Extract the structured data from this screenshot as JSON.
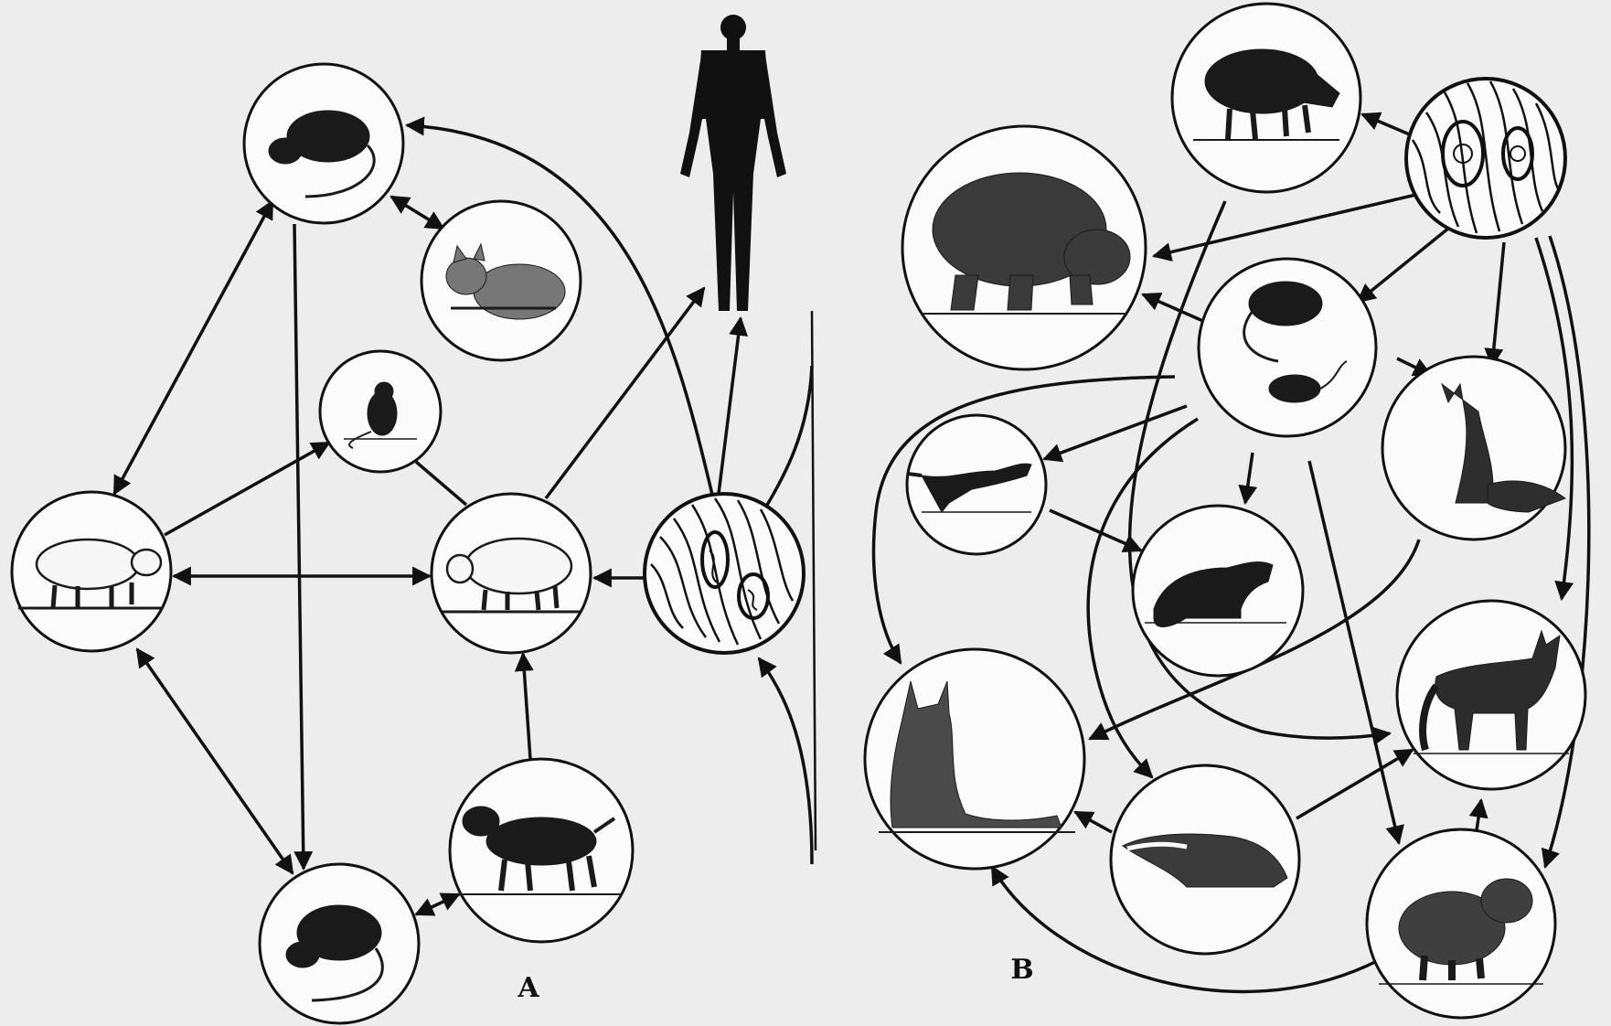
{
  "panels": [
    {
      "id": "A",
      "label": "A"
    },
    {
      "id": "B",
      "label": "B"
    }
  ],
  "nodes": [
    {
      "id": "a_rat_top",
      "panel": "A",
      "icon": "rat-icon"
    },
    {
      "id": "a_cat",
      "panel": "A",
      "icon": "cat-icon"
    },
    {
      "id": "a_mouse",
      "panel": "A",
      "icon": "mouse-icon"
    },
    {
      "id": "a_pig_left",
      "panel": "A",
      "icon": "pig-icon"
    },
    {
      "id": "a_pig_center",
      "panel": "A",
      "icon": "pig-icon"
    },
    {
      "id": "a_trichinella",
      "panel": "A",
      "icon": "trichinella-larvae-icon"
    },
    {
      "id": "a_dog",
      "panel": "A",
      "icon": "dog-icon"
    },
    {
      "id": "a_rat_bottom",
      "panel": "A",
      "icon": "rat-icon"
    },
    {
      "id": "a_human",
      "panel": "A",
      "icon": "human-icon"
    },
    {
      "id": "b_boar",
      "panel": "B",
      "icon": "wild-boar-icon"
    },
    {
      "id": "b_trichinella",
      "panel": "B",
      "icon": "trichinella-larvae-icon"
    },
    {
      "id": "b_bear",
      "panel": "B",
      "icon": "bear-icon"
    },
    {
      "id": "b_rodents",
      "panel": "B",
      "icon": "rodents-icon"
    },
    {
      "id": "b_fox",
      "panel": "B",
      "icon": "fox-icon"
    },
    {
      "id": "b_weasel",
      "panel": "B",
      "icon": "weasel-icon"
    },
    {
      "id": "b_marten",
      "panel": "B",
      "icon": "marten-icon"
    },
    {
      "id": "b_wolf",
      "panel": "B",
      "icon": "wolf-icon"
    },
    {
      "id": "b_lynx",
      "panel": "B",
      "icon": "lynx-icon"
    },
    {
      "id": "b_badger",
      "panel": "B",
      "icon": "badger-icon"
    },
    {
      "id": "b_raccoon_dog",
      "panel": "B",
      "icon": "raccoon-dog-icon"
    }
  ],
  "edges": [
    {
      "from": "a_pig_left",
      "to": "a_rat_top",
      "direction": "both"
    },
    {
      "from": "a_pig_left",
      "to": "a_mouse",
      "direction": "forward"
    },
    {
      "from": "a_pig_left",
      "to": "a_pig_center",
      "direction": "both"
    },
    {
      "from": "a_pig_left",
      "to": "a_rat_bottom",
      "direction": "both"
    },
    {
      "from": "a_rat_top",
      "to": "a_cat",
      "direction": "both"
    },
    {
      "from": "a_rat_top",
      "to": "a_rat_bottom",
      "direction": "forward"
    },
    {
      "from": "a_trichinella",
      "to": "a_rat_top",
      "direction": "forward"
    },
    {
      "from": "a_mouse",
      "to": "a_pig_center",
      "direction": "none"
    },
    {
      "from": "a_pig_center",
      "to": "a_human",
      "direction": "forward"
    },
    {
      "from": "a_trichinella",
      "to": "a_human",
      "direction": "forward"
    },
    {
      "from": "a_trichinella",
      "to": "a_pig_center",
      "direction": "forward"
    },
    {
      "from": "a_dog",
      "to": "a_pig_center",
      "direction": "forward"
    },
    {
      "from": "a_rat_bottom",
      "to": "a_dog",
      "direction": "both"
    },
    {
      "from": "b_trichinella",
      "to": "b_boar",
      "direction": "forward"
    },
    {
      "from": "b_trichinella",
      "to": "b_bear",
      "direction": "forward"
    },
    {
      "from": "b_trichinella",
      "to": "b_rodents",
      "direction": "forward"
    },
    {
      "from": "b_trichinella",
      "to": "b_fox",
      "direction": "forward"
    },
    {
      "from": "b_trichinella",
      "to": "b_wolf",
      "direction": "forward"
    },
    {
      "from": "b_trichinella",
      "to": "b_raccoon_dog",
      "direction": "forward"
    },
    {
      "from": "b_rodents",
      "to": "b_bear",
      "direction": "forward"
    },
    {
      "from": "b_rodents",
      "to": "b_fox",
      "direction": "forward"
    },
    {
      "from": "b_rodents",
      "to": "b_weasel",
      "direction": "forward"
    },
    {
      "from": "b_rodents",
      "to": "b_marten",
      "direction": "forward"
    },
    {
      "from": "b_rodents",
      "to": "b_lynx",
      "direction": "forward"
    },
    {
      "from": "b_rodents",
      "to": "b_badger",
      "direction": "forward"
    },
    {
      "from": "b_rodents",
      "to": "b_raccoon_dog",
      "direction": "forward"
    },
    {
      "from": "b_weasel",
      "to": "b_marten",
      "direction": "forward"
    },
    {
      "from": "b_boar",
      "to": "b_wolf",
      "direction": "forward"
    },
    {
      "from": "b_fox",
      "to": "b_lynx",
      "direction": "forward"
    },
    {
      "from": "b_badger",
      "to": "b_lynx",
      "direction": "forward"
    },
    {
      "from": "b_badger",
      "to": "b_wolf",
      "direction": "forward"
    },
    {
      "from": "b_raccoon_dog",
      "to": "b_wolf",
      "direction": "forward"
    },
    {
      "from": "b_raccoon_dog",
      "to": "b_lynx",
      "direction": "forward"
    }
  ]
}
